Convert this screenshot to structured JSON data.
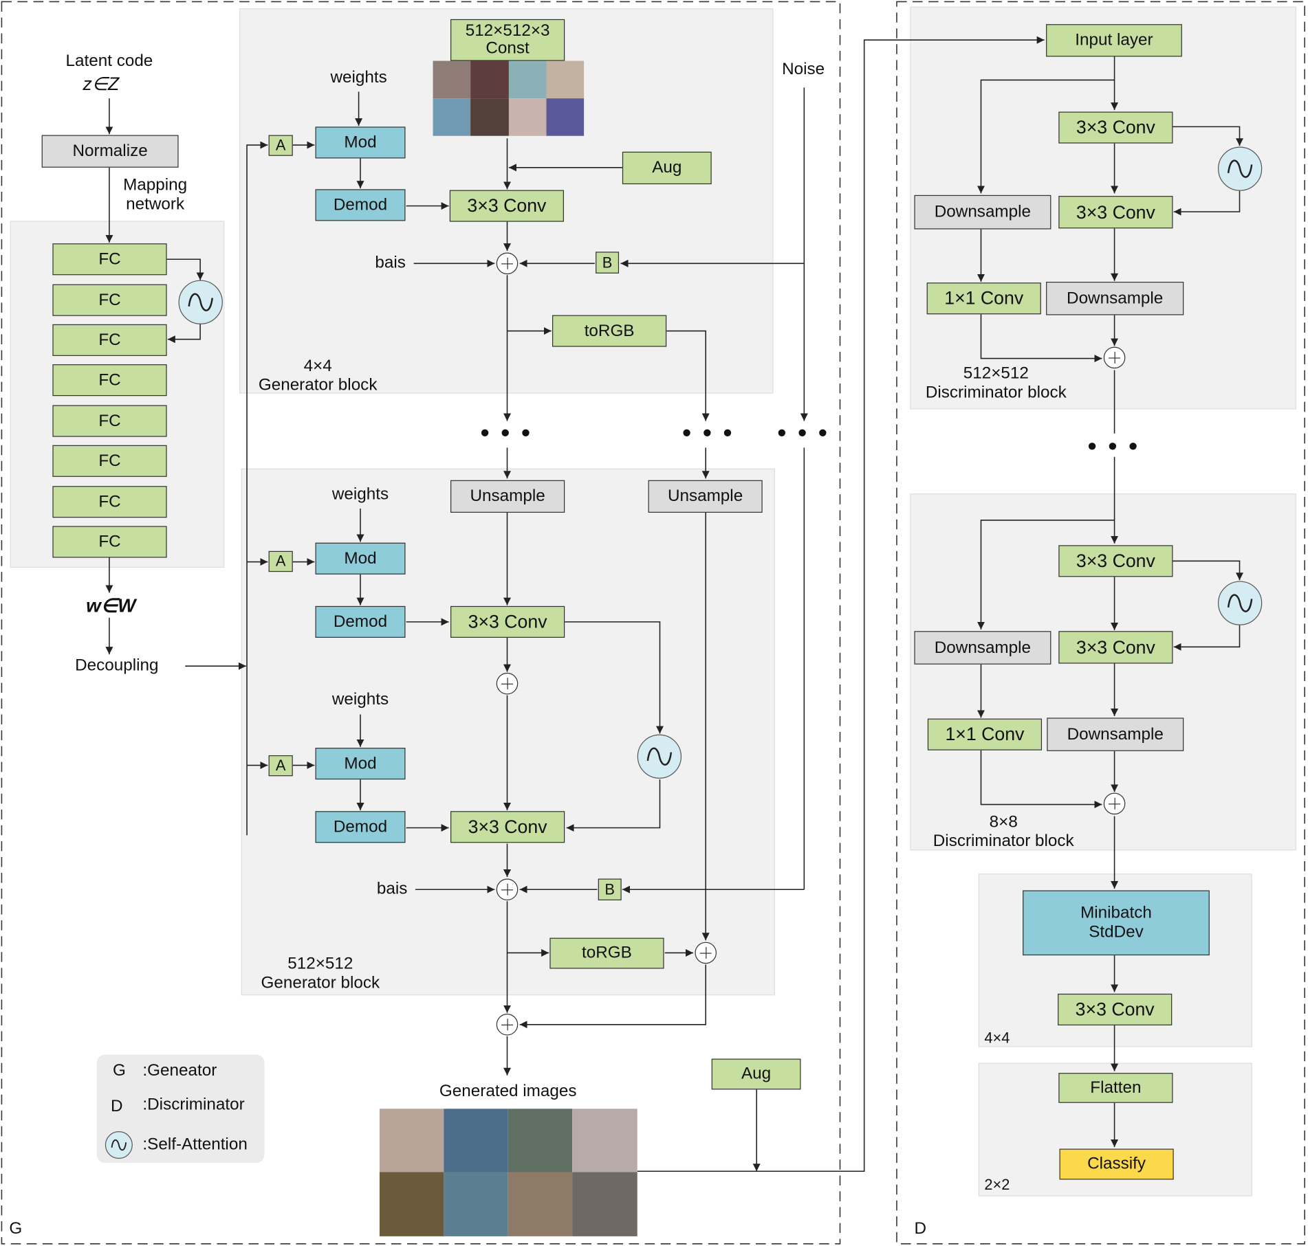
{
  "generator": {
    "section_label": "G",
    "latent": {
      "line1": "Latent code",
      "line2": "z∈Z"
    },
    "normalize_label": "Normalize",
    "mapping_network_label": "Mapping\nnetwork",
    "fc_labels": [
      "FC",
      "FC",
      "FC",
      "FC",
      "FC",
      "FC",
      "FC",
      "FC"
    ],
    "w_label": "w∈W",
    "decoupling_label": "Decoupling",
    "noise_label": "Noise",
    "const_label": "512×512×3\nConst",
    "block_4x4": {
      "weights_label": "weights",
      "a_label": "A",
      "mod_label": "Mod",
      "demod_label": "Demod",
      "conv_label": "3×3  Conv",
      "aug_label": "Aug",
      "bais_label": "bais",
      "b_label": "B",
      "torgb_label": "toRGB",
      "caption": "4×4\nGenerator block"
    },
    "dots": "•••",
    "block_512": {
      "unsample_label": "Unsample",
      "unsample2_label": "Unsample",
      "weights1_label": "weights",
      "weights2_label": "weights",
      "a1_label": "A",
      "a2_label": "A",
      "mod1_label": "Mod",
      "demod1_label": "Demod",
      "mod2_label": "Mod",
      "demod2_label": "Demod",
      "conv1_label": "3×3  Conv",
      "conv2_label": "3×3  Conv",
      "bais_label": "bais",
      "b_label": "B",
      "torgb_label": "toRGB",
      "caption": "512×512\nGenerator block"
    },
    "generated_images_label": "Generated images",
    "aug_label": "Aug"
  },
  "legend": {
    "g_key": "G",
    "g_text": ":Geneator",
    "d_key": "D",
    "d_text": ":Discriminator",
    "attn_text": ":Self-Attention"
  },
  "discriminator": {
    "section_label": "D",
    "input_layer_label": "Input layer",
    "block_512": {
      "conv1_label": "3×3  Conv",
      "conv2_label": "3×3  Conv",
      "downsample_left_label": "Downsample",
      "conv1x1_label": "1×1  Conv",
      "downsample_right_label": "Downsample",
      "caption": "512×512\nDiscriminator block"
    },
    "dots": "•••",
    "block_8": {
      "conv1_label": "3×3  Conv",
      "conv2_label": "3×3  Conv",
      "downsample_left_label": "Downsample",
      "conv1x1_label": "1×1  Conv",
      "downsample_right_label": "Downsample",
      "caption": "8×8\nDiscriminator block"
    },
    "head_4x4": {
      "minibatch_label": "Minibatch\nStdDev",
      "conv_label": "3×3  Conv",
      "caption": "4×4"
    },
    "head_2x2": {
      "flatten_label": "Flatten",
      "classify_label": "Classify",
      "caption": "2×2"
    }
  },
  "colors": {
    "green_box": "#c6dea0",
    "blue_box": "#8fccd9",
    "gray_box": "#dcdcdc",
    "yellow_box": "#fcd84b",
    "attention_fill": "#d6ecf3"
  }
}
